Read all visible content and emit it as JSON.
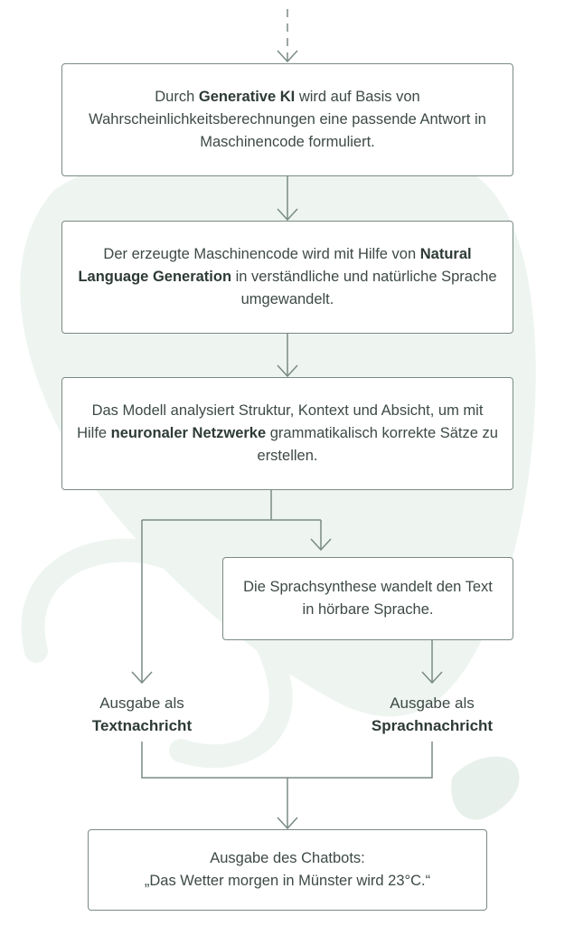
{
  "colors": {
    "line": "#7a8a84",
    "text": "#3d4a45",
    "background_shape": "#eef5f1"
  },
  "steps": {
    "generative": {
      "before": "Durch ",
      "bold": "Generative KI",
      "after": " wird auf Basis von Wahrscheinlichkeitsberechnungen eine passende Antwort in Maschinencode formuliert."
    },
    "nlg": {
      "before": "Der erzeugte Maschinencode wird mit Hilfe von ",
      "bold": "Natural Language Generation",
      "after": " in verständliche und natürliche Sprache umgewandelt."
    },
    "model": {
      "before": "Das Modell analysiert Struktur, Kontext und Absicht, um mit Hilfe ",
      "bold": "neuronaler Netzwerke",
      "after": " grammatikalisch korrekte Sätze zu erstellen."
    },
    "speech_synthesis": {
      "text": "Die Sprachsynthese wandelt den Text in hörbare Sprache."
    },
    "output_text": {
      "line1": "Ausgabe als",
      "bold": "Textnachricht"
    },
    "output_voice": {
      "line1": "Ausgabe als",
      "bold": "Sprachnachricht"
    },
    "final": {
      "line1": "Ausgabe des Chatbots:",
      "line2": "„Das Wetter morgen in Münster wird 23°C.“"
    }
  }
}
